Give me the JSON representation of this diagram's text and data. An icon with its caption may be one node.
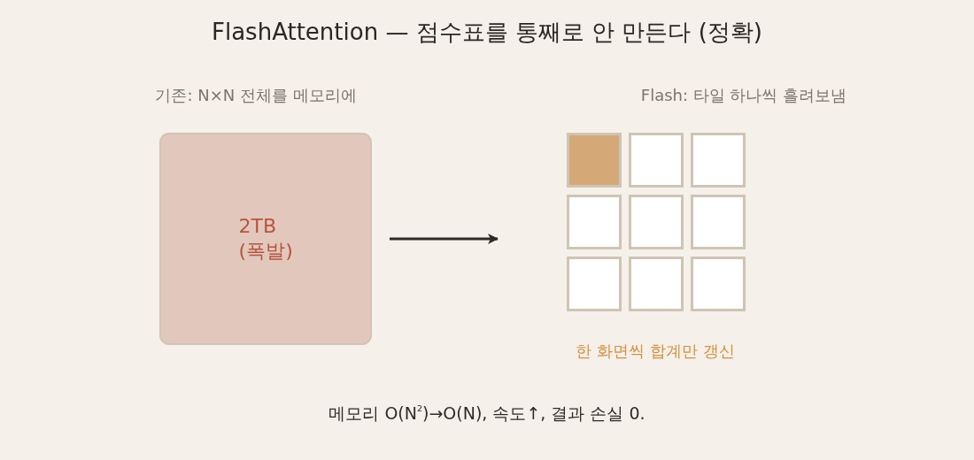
{
  "diagram": {
    "title": "FlashAttention — 점수표를 통째로 안 만든다 (정확)",
    "nodes": [
      {
        "text": [
          "2TB (폭발)"
        ]
      },
      {
        "text": [],
        "shape": "grid"
      },
      {
        "text": [],
        "shape": "box",
        "in": 1
      },
      {
        "text": [],
        "shape": "box",
        "in": 1
      },
      {
        "text": [],
        "shape": "box",
        "in": 1
      },
      {
        "text": [],
        "shape": "box",
        "in": 1
      },
      {
        "text": [],
        "shape": "box",
        "in": 1
      },
      {
        "text": [],
        "shape": "box",
        "in": 1
      },
      {
        "text": [],
        "shape": "box",
        "in": 1
      },
      {
        "text": [],
        "shape": "box",
        "in": 1
      },
      {
        "text": [],
        "shape": "box",
        "in": 1
      }
    ],
    "edges": [
      {
        "from": 0,
        "to": 1,
        "arrow": "to"
      }
    ],
    "labels": [
      "기존: N×N 전체를 메모리에",
      "Flash: 타일 하나씩 흘려보냄",
      "한 화면씩 합계만 갱신"
    ],
    "caption": "메모리 O(N$^{2}$)→O(N), 속도↑, 결과 손실 0."
  }
}
